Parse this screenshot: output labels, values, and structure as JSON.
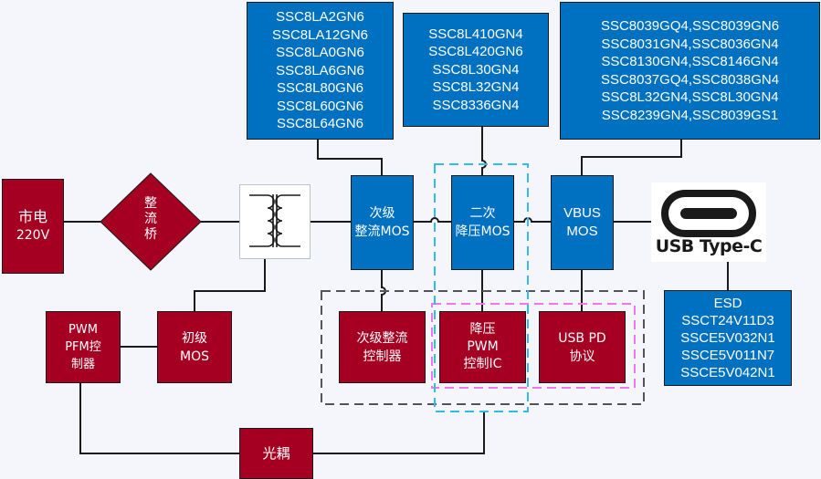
{
  "colors": {
    "background": "#f4f6fb",
    "blue_block": "#0070c0",
    "red_block": "#a50021",
    "wire": "#1a1a1a",
    "dashed_group_black": "#555555",
    "dashed_group_cyan": "#33bbee",
    "dashed_group_magenta": "#ee77ee"
  },
  "part_lists": {
    "rectifier_mos_parts": [
      "SSC8LA2GN6",
      "SSC8LA12GN6",
      "SSC8LA0GN6",
      "SSC8LA6GN6",
      "SSC8L80GN6",
      "SSC8L60GN6",
      "SSC8L64GN6"
    ],
    "buck_mos_parts": [
      "SSC8L410GN4",
      "SSC8L420GN6",
      "SSC8L30GN4",
      "SSC8L32GN4",
      "SSC8336GN4"
    ],
    "vbus_mos_parts": [
      "SSC8039GQ4,SSC8039GN6",
      "SSC8031GN4,SSC8036GN4",
      "SSC8130GN4,SSC8146GN4",
      "SSC8037GQ4,SSC8038GN4",
      "SSC8L32GN4,SSC8L30GN4",
      "SSC8239GN4,SSC8039GS1"
    ],
    "esd": {
      "title": "ESD",
      "parts": [
        "SSCT24V11D3",
        "SSCE5V032N1",
        "SSCE5V011N7",
        "SSCE5V042N1"
      ]
    }
  },
  "blocks": {
    "mains": [
      "市电",
      "220V"
    ],
    "bridge": [
      "整",
      "流",
      "桥"
    ],
    "transformer_icon": "transformer-icon",
    "secondary_rect_mos": [
      "次级",
      "整流MOS"
    ],
    "secondary_buck_mos": [
      "二次",
      "降压MOS"
    ],
    "vbus_mos": [
      "VBUS",
      "MOS"
    ],
    "usb_type_c": "USB Type-C",
    "pwm_pfm_controller": [
      "PWM",
      "PFM控",
      "制器"
    ],
    "primary_mos": [
      "初级",
      "MOS"
    ],
    "secondary_rect_controller": [
      "次级整流",
      "控制器"
    ],
    "buck_pwm_ic": [
      "降压",
      "PWM",
      "控制IC"
    ],
    "usb_pd": [
      "USB PD",
      "协议"
    ],
    "optocoupler": "光耦"
  }
}
